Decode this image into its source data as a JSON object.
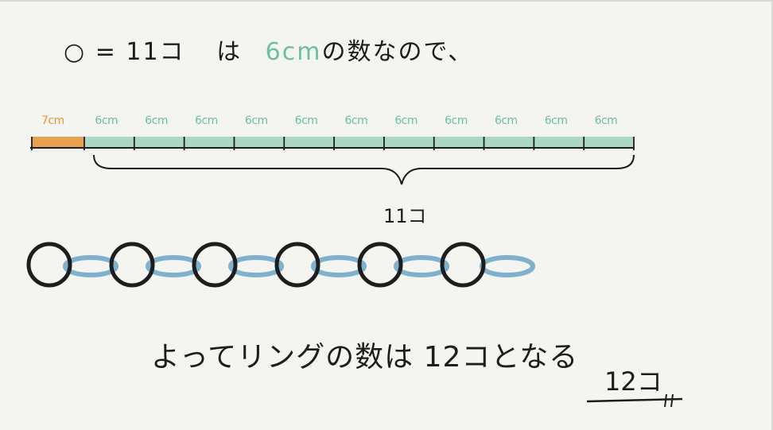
{
  "heading": {
    "circle_eq": "○ = 11コ",
    "wa": "は",
    "unit_green": "6cm",
    "rest": "の数なので、"
  },
  "tape": {
    "first_label": "7cm",
    "segment_label": "6cm",
    "segment_count": 11,
    "colors": {
      "orange": "#e8973e",
      "green": "#6dbfa4"
    }
  },
  "brace_label": "11コ",
  "chain": {
    "black_rings": 6,
    "blue_rings": 6,
    "colors": {
      "black": "#1d1d1d",
      "blue": "#7fb1cd"
    }
  },
  "conclusion": "よってリングの数は 12コとなる",
  "answer": "12コ"
}
